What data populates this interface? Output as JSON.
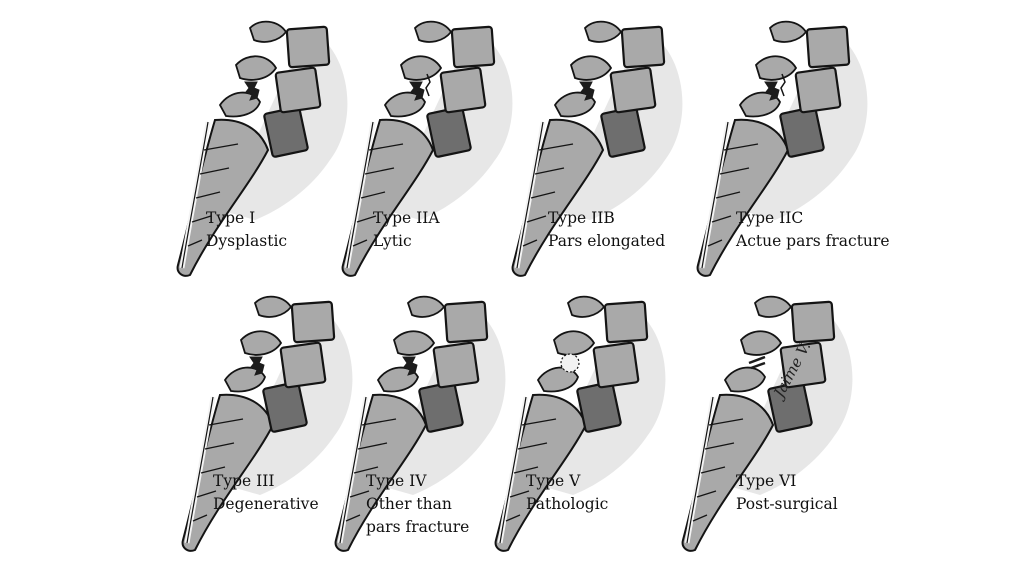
{
  "panels": [
    {
      "name": "type-i",
      "title": "Type I",
      "subtitle": "Dysplastic"
    },
    {
      "name": "type-iia",
      "title": "Type IIA",
      "subtitle": "Lytic"
    },
    {
      "name": "type-iib",
      "title": "Type IIB",
      "subtitle": "Pars elongated"
    },
    {
      "name": "type-iic",
      "title": "Type IIC",
      "subtitle": "Actue pars fracture"
    },
    {
      "name": "type-iii",
      "title": "Type III",
      "subtitle": "Degenerative"
    },
    {
      "name": "type-iv",
      "title": "Type IV",
      "subtitle": "Other than",
      "subtitle2": "pars fracture"
    },
    {
      "name": "type-v",
      "title": "Type V",
      "subtitle": "Pathologic"
    },
    {
      "name": "type-vi",
      "title": "Type VI",
      "subtitle": "Post-surgical"
    }
  ],
  "signature": "Jaime V.",
  "colors": {
    "bone_fill": "#a9a9a9",
    "bone_dark": "#6e6e6e",
    "outline": "#141414",
    "shadow": "#d7d7d7",
    "lesion": "#1c1c1c"
  }
}
